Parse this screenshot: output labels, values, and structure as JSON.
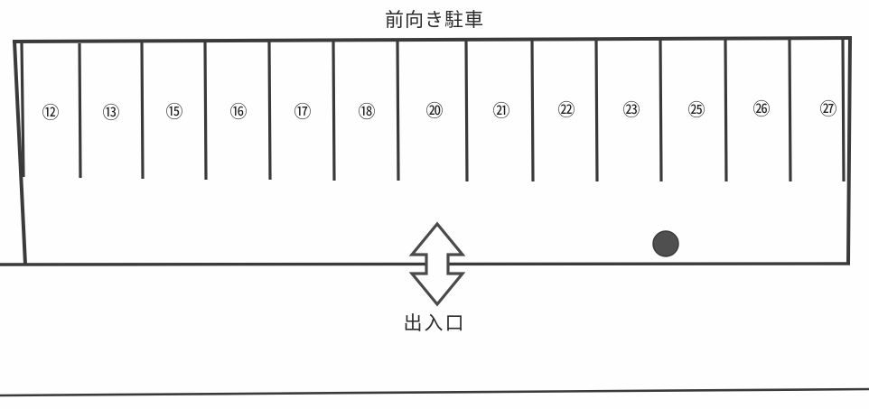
{
  "diagram": {
    "title": "前向き駐車",
    "entrance_label": "出入口",
    "type": "parking-lot-map",
    "ink_color": "#3a3a3a",
    "background_color": "#fefefe",
    "marker_color": "#4a4a4a",
    "stalls": [
      {
        "number": "⑫"
      },
      {
        "number": "⑬"
      },
      {
        "number": "⑮"
      },
      {
        "number": "⑯"
      },
      {
        "number": "⑰"
      },
      {
        "number": "⑱"
      },
      {
        "number": "⑳"
      },
      {
        "number": "㉑"
      },
      {
        "number": "㉒"
      },
      {
        "number": "㉓"
      },
      {
        "number": "㉕"
      },
      {
        "number": "㉖"
      },
      {
        "number": "㉗"
      }
    ],
    "arrow": {
      "name": "two-way-entrance-arrow",
      "direction": "vertical-double"
    },
    "dot_marker": {
      "name": "utility-pole-marker"
    }
  }
}
